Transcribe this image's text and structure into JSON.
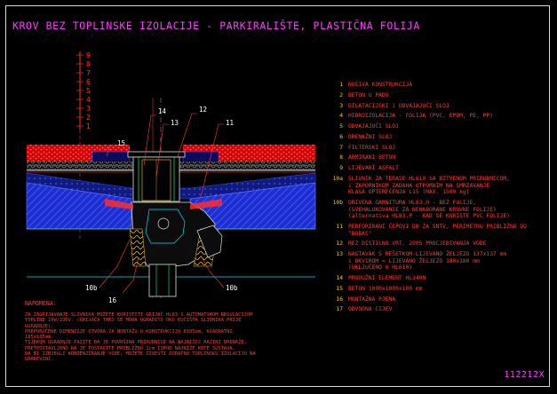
{
  "title": "KROV BEZ TOPLINSKE IZOLACIJE - PARKIRALIŠTE, PLASTIČNA FOLIJA",
  "drawing_code": "112212X",
  "layer_numbers": [
    "9",
    "8",
    "7",
    "6",
    "5",
    "4",
    "3",
    "2",
    "1"
  ],
  "callouts": {
    "c14": "14",
    "c13": "13",
    "c12": "12",
    "c11": "11",
    "c15": "15",
    "c16": "16",
    "c10b_left": "10b",
    "c10b_right": "10b"
  },
  "legend": [
    {
      "num": "1",
      "text": "NOSIVA KONSTRUKCIJA"
    },
    {
      "num": "2",
      "text": "BETON U PADU"
    },
    {
      "num": "3",
      "text": "DILATACIJSKI i ODVAJAJUĆI SLOJ"
    },
    {
      "num": "4",
      "text": "HIDROIZOLACIJA - FOLIJA (PVC, EPDM, PE, PP)"
    },
    {
      "num": "5",
      "text": "ODVAJAJUĆI SLOJ"
    },
    {
      "num": "6",
      "text": "DRENAŽNI SLOJ"
    },
    {
      "num": "7",
      "text": "FILTERSKI SLOJ"
    },
    {
      "num": "8",
      "text": "ARMIRANI BETON"
    },
    {
      "num": "9",
      "text": "LIJEVANI ASFALT"
    },
    {
      "num": "10a",
      "text": "SLIVNIK ZA TERASE HL610 SA BITVENOM PRIRUBNICOM,\ni ZAPORNIKOM ZADAHA OTPORNIM NA SMRZAVANJE\nKLASA OPTEREĆENJA L15 (MAX. 1500 kg)"
    },
    {
      "num": "10b",
      "text": "ORIVENA GARNITURA HL83.0 - BEZ FOLIJE,\n(SVEHALUKOVANIE ZA NEHABORANE KROVNE FOLIJE)\n(alternativa HL83.P - KAD SE KORISTE PVC FOLIJE)"
    },
    {
      "num": "11",
      "text": "PERFORIRANI ČEPOVI DB ZA SNTV, PERIMETRU PRIBLIŽNO DO \"BOBAS\""
    },
    {
      "num": "12",
      "text": "REZ DISTILNO VRT. 2005 PROCJEĐIVANJA VODE"
    },
    {
      "num": "13",
      "text": "NASTAVAK S REŠETKOM-LIJEVANO ŽELJEZO 137x137 mm\ni OKVIROM = LIJEVANO ŽELJEZO 180x180 mm\n(UKLJUČENO U HL610)"
    },
    {
      "num": "14",
      "text": "PRODUŽNI ELEMENT HL340N"
    },
    {
      "num": "15",
      "text": "BETON 1000x1000x100 mm"
    },
    {
      "num": "16",
      "text": "MONTAŽNA PJENA"
    },
    {
      "num": "17",
      "text": "ODVODNA CIJEV"
    }
  ],
  "notes": {
    "title": "NAPOMENA:",
    "body": "ZA ZAGRIJAVANJE SLIVNIKA MOŽETE KORISTITI GRIJAČ HL83 S AUTOMATSKOM REGULACIJOM\nTOPLINE 10W/230V. (GRIJAČA TAKO SE MORA UGRADITI OKO KUĆIŠTA SLIVNIKA PRIJE\nUGRADNJE).\nPREPORUČENE DIMENZIJE OTVORA ZA MONTAŽU U KONSTRUKCIJU Ø185mm, KVADRATNI\n185x185mm.\nTIJEKOM UGRADNJE PAZITE DA JE POVRŠINA PRIRUBNICE NA NAJNIŽOJ RAZINI DRENAŽE,\nPRETPOSTAVLJENO DA JE POSTAVITE PRIBLIŽNO 1cm ISPOD NAJNIŽE KOTE SUSTAVA,\nDA BI IZBJEGLI KONDENZIRANJE VODE, MOŽETE IZVESTI DODATNU TOPLINSKU IZOLACIJU NA\nGRAĐEVINI."
  }
}
